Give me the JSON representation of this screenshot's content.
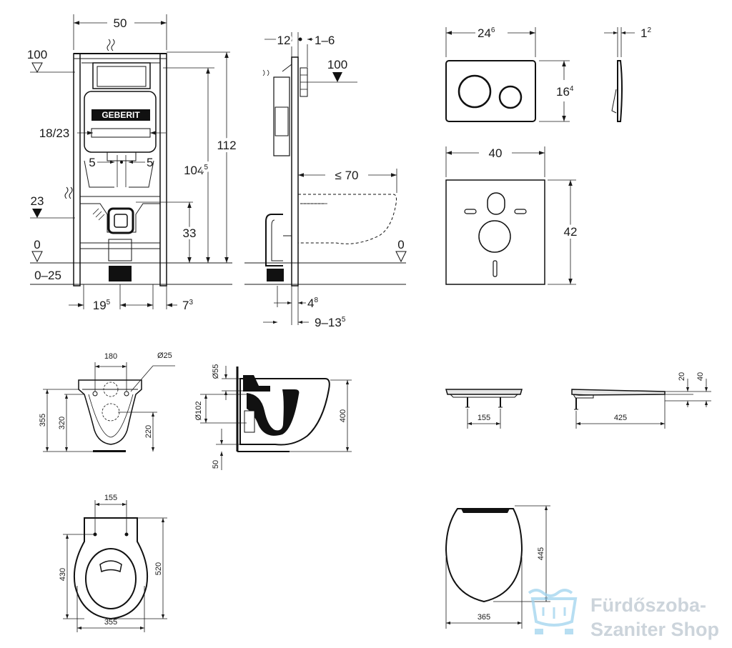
{
  "frame_drawing": {
    "width": "50",
    "top_level": "100",
    "flush_height": "18/23",
    "spacing_left": "5",
    "spacing_right": "5",
    "pipe_height": "23",
    "pipe_center": "33",
    "bracket_height": "104",
    "bracket_height_sup": "5",
    "total_height": "112",
    "floor_level": "0",
    "floor_range": "0–25",
    "foot_left": "19",
    "foot_left_sup": "5",
    "foot_right": "7",
    "foot_right_sup": "3",
    "brand_label": "GEBERIT"
  },
  "side_drawing": {
    "depth": "12",
    "wall_offset": "1–6",
    "top_level": "100",
    "projection": "≤ 70",
    "floor_level": "0",
    "gap_small": "4",
    "gap_small_sup": "8",
    "wall_range": "9–13",
    "wall_range_sup": "5"
  },
  "flush_plate": {
    "width": "24",
    "width_sup": "6",
    "height": "16",
    "height_sup": "4",
    "thickness": "1",
    "thickness_sup": "2"
  },
  "sound_pad": {
    "width": "40",
    "height": "42"
  },
  "bowl_front": {
    "hole_spacing": "180",
    "pipe_dia": "Ø25",
    "total_height": "355",
    "inner_height": "320",
    "lower_height": "220"
  },
  "bowl_side": {
    "inlet_dia": "Ø55",
    "outlet_dia": "Ø102",
    "base_offset": "50",
    "height": "400"
  },
  "seat_front": {
    "hinge_spacing": "155"
  },
  "seat_side": {
    "thin_height": "20",
    "full_height": "40",
    "length": "425"
  },
  "bowl_top": {
    "hole_spacing": "155",
    "total_length": "520",
    "hole_to_end": "430",
    "width": "355"
  },
  "seat_top": {
    "length": "445",
    "width": "365"
  },
  "watermark": {
    "line1": "Fürdőszoba-",
    "line2": "Szaniter Shop",
    "accent": "#9fd3ee"
  }
}
